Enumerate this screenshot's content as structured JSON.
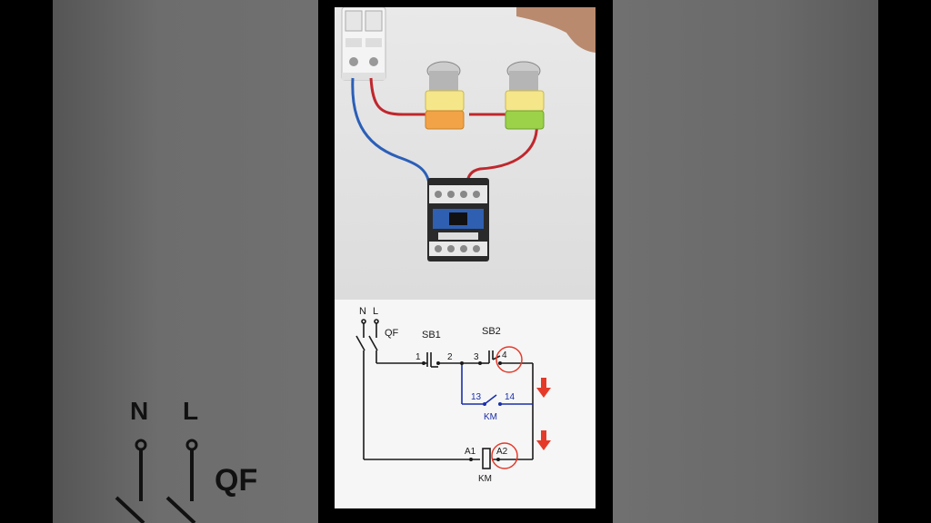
{
  "diagram": {
    "labels": {
      "neutral": "N",
      "line": "L",
      "breaker": "QF",
      "stop_button": "SB1",
      "start_button": "SB2",
      "terminal_1": "1",
      "terminal_2": "2",
      "terminal_3": "3",
      "terminal_4": "4",
      "aux_13": "13",
      "aux_14": "14",
      "aux_contact": "KM",
      "coil_a1": "A1",
      "coil_a2": "A2",
      "coil": "KM"
    }
  },
  "background": {
    "neutral": "N",
    "line": "L",
    "breaker": "QF"
  },
  "colors": {
    "red_wire": "#c0272d",
    "blue_wire": "#2b5fb8",
    "ink": "#1a1a1a",
    "blue_ink": "#1b2fa8",
    "red_mark": "#e53a2a",
    "orange_block": "#f3a347",
    "green_block": "#9bd24a"
  }
}
